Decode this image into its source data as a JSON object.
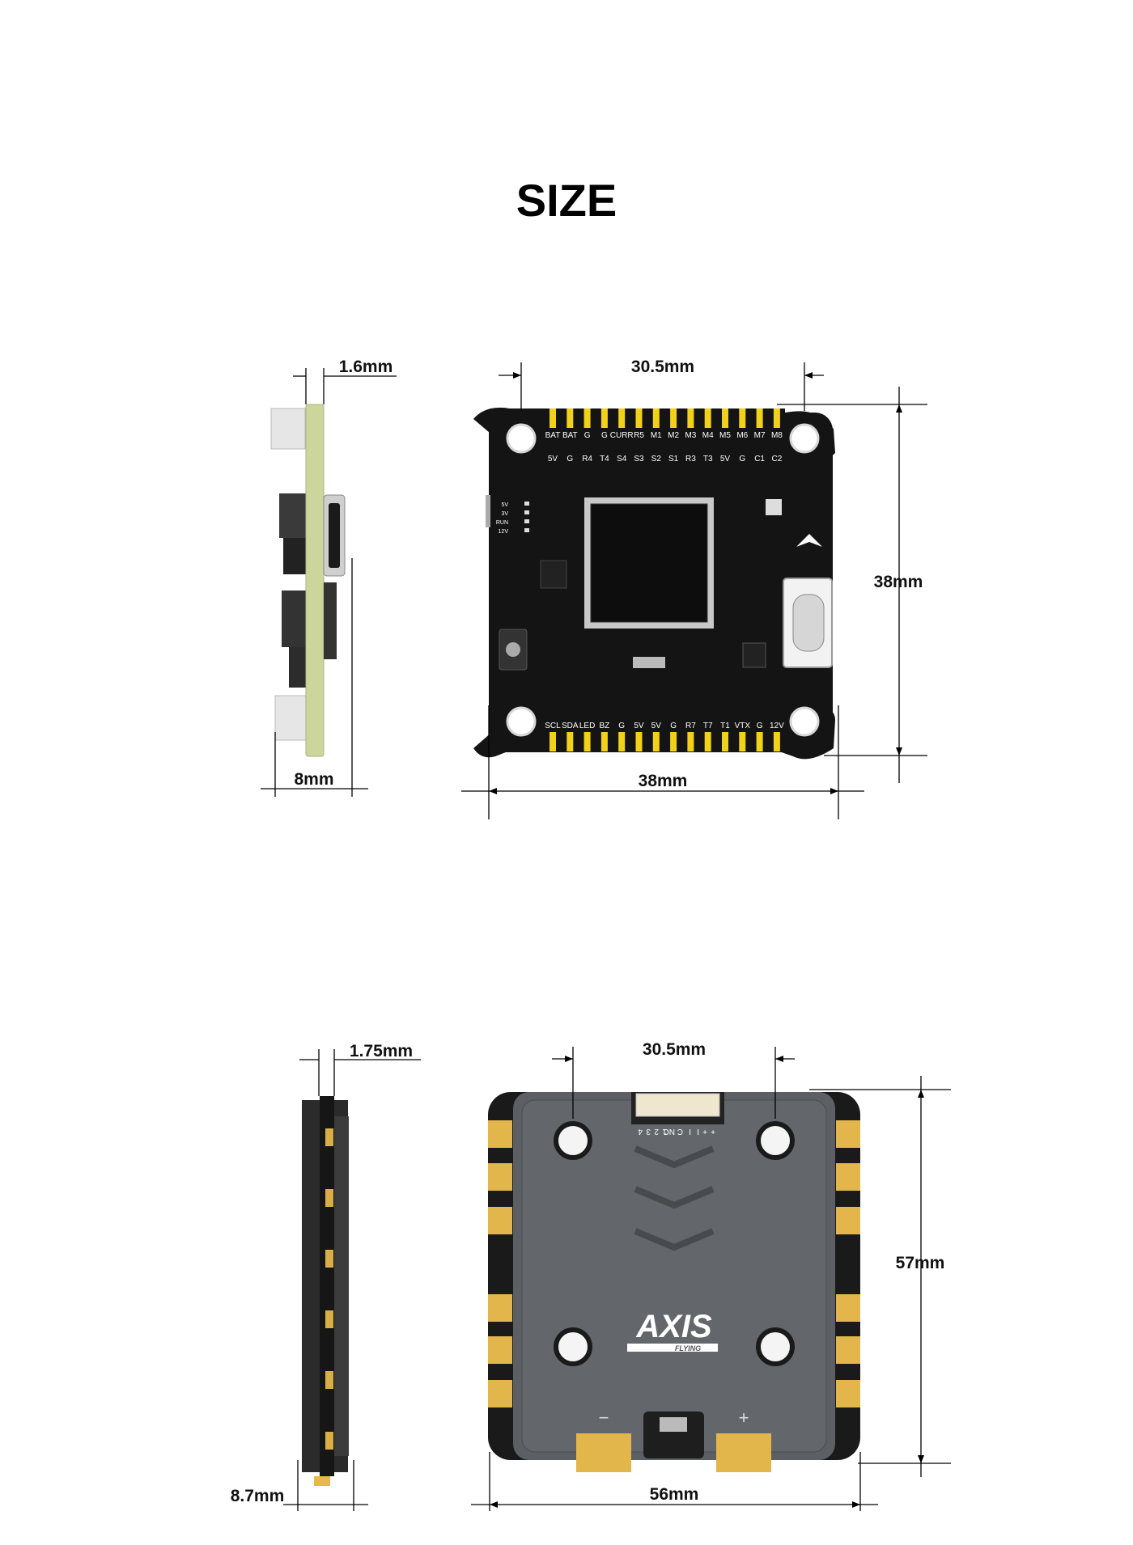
{
  "title": "SIZE",
  "fc": {
    "side_thickness": "1.6mm",
    "side_height": "8mm",
    "top_spacing": "30.5mm",
    "height": "38mm",
    "width": "38mm",
    "top_pads_row1": [
      "BAT",
      "BAT",
      "G",
      "G",
      "CURR",
      "R5",
      "M1",
      "M2",
      "M3",
      "M4",
      "M5",
      "M6",
      "M7",
      "M8"
    ],
    "top_pads_row2": [
      "5V",
      "G",
      "R4",
      "T4",
      "S4",
      "S3",
      "S2",
      "S1",
      "R3",
      "T3",
      "5V",
      "G",
      "C1",
      "C2"
    ],
    "bottom_pads": [
      "SCL",
      "SDA",
      "LED",
      "BZ",
      "G",
      "5V",
      "5V",
      "G",
      "R7",
      "T7",
      "T1",
      "VTX",
      "G",
      "12V"
    ],
    "led_labels": [
      "5V",
      "3V",
      "RUN",
      "12V"
    ]
  },
  "esc": {
    "side_thickness": "1.75mm",
    "side_height": "8.7mm",
    "top_spacing": "30.5mm",
    "height": "57mm",
    "width": "56mm",
    "connector_labels": [
      "+",
      "+",
      "I",
      "I",
      "C",
      "NC",
      "1",
      "2",
      "3",
      "4"
    ],
    "logo_main": "AXIS",
    "logo_sub": "FLYING",
    "minus_label": "−",
    "plus_label": "+"
  }
}
